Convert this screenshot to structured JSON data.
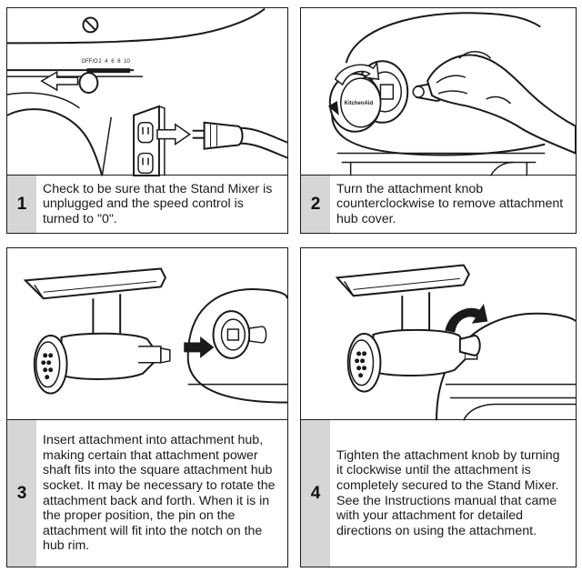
{
  "steps": [
    {
      "number": "1",
      "text": "Check to be sure that the Stand Mixer is unplugged and the speed control is turned to \"0\".",
      "speed_labels": [
        "OFF/O",
        "2",
        "4",
        "6",
        "8",
        "10"
      ]
    },
    {
      "number": "2",
      "text": "Turn the attachment knob counterclockwise to remove attachment hub cover.",
      "brand_label": "KitchenAid"
    },
    {
      "number": "3",
      "text": "Insert attachment into attachment hub, making certain that attachment power shaft fits into the square attachment hub socket. It may be necessary to rotate the attachment back and forth. When it is in the proper position, the pin on the attachment will fit into the notch on the hub rim."
    },
    {
      "number": "4",
      "text": "Tighten the attachment knob by turning it clockwise until the attachment is completely secured to the Stand Mixer. See the Instructions manual that came with your attachment for detailed directions on using the attachment."
    }
  ]
}
